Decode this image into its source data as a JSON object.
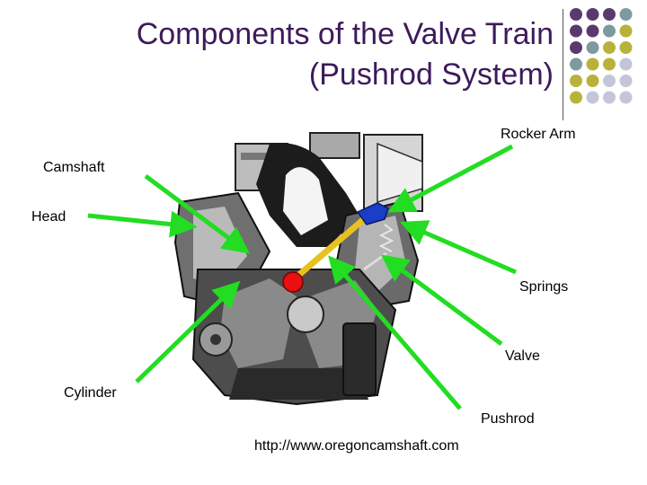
{
  "slide": {
    "title_line1": "Components of the Valve Train",
    "title_line2": "(Pushrod System)",
    "source_url": "http://www.oregoncamshaft.com"
  },
  "labels": {
    "rocker_arm": "Rocker Arm",
    "camshaft": "Camshaft",
    "head": "Head",
    "springs": "Springs",
    "valve": "Valve",
    "cylinder": "Cylinder",
    "pushrod": "Pushrod"
  },
  "colors": {
    "title": "#3d1a5b",
    "arrow": "#22dd22",
    "dot_purple": "#5a3a6e",
    "dot_teal": "#7d9a9f",
    "dot_olive": "#b9b23a",
    "dot_lavender": "#c5c5da",
    "pushrod": "#e8c020",
    "rocker": "#1a3ec8",
    "camshaft_marker": "#e81010"
  },
  "decoration": {
    "dot_pattern": [
      [
        "purple",
        "purple",
        "purple",
        "teal"
      ],
      [
        "purple",
        "purple",
        "teal",
        "olive"
      ],
      [
        "purple",
        "teal",
        "olive",
        "olive"
      ],
      [
        "teal",
        "olive",
        "olive",
        "lavender"
      ],
      [
        "olive",
        "olive",
        "lavender",
        "lavender"
      ],
      [
        "olive",
        "lavender",
        "lavender",
        "lavender"
      ]
    ]
  }
}
